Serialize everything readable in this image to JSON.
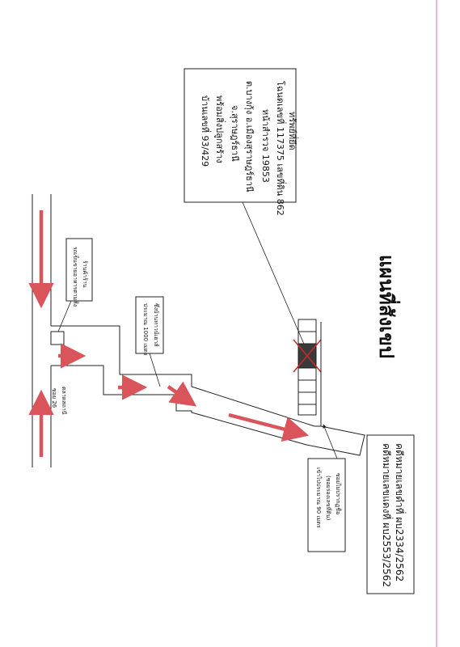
{
  "title": "แผนที่สังเขป",
  "case": {
    "black_case": "คดีหมายเลขดำที่ ผบ2334/2562",
    "red_case": "คดีหมายเลขแดงที่ ผบ2553/2562"
  },
  "property": {
    "heading": "ทรัพย์ที่ยึด",
    "line1": "โฉนดเลขที่ 117375 เลขที่ดิน 862",
    "line2": "หน้าสำรวจ 19853",
    "line3": "ต.บางกุ้ง อ.เมืองสุราษฎร์ธานี",
    "line4": "จ.สุราษฎร์ธานี",
    "line5": "พร้อมสิ่งปลูกสร้าง",
    "line6": "บ้านเลขที่ 93/429"
  },
  "notes": {
    "shop_line1": "ร้านค้าร้าน",
    "shop_line2": "รถเข็นขายอาหารตามสั่ง",
    "distance1000_line1": "ซึ่งบ้านทาวน์เฮาส์",
    "distance1000_line2": "ประมาณ 1000 เมตร",
    "market_line1": "ตลาดสถานี",
    "market_line2": "ซอย 26",
    "alley_line1": "ซอยไม่ปรากฏชื่อ",
    "alley_line2": "(ซอยร่องเลขที่ดิน)",
    "alley_line3": "เข้าไปประมาณ 90 เมตร"
  },
  "colors": {
    "arrow": "#d9545b",
    "line": "#222222",
    "cross": "#cc2a2a",
    "target_fill": "#3a3a3a"
  }
}
